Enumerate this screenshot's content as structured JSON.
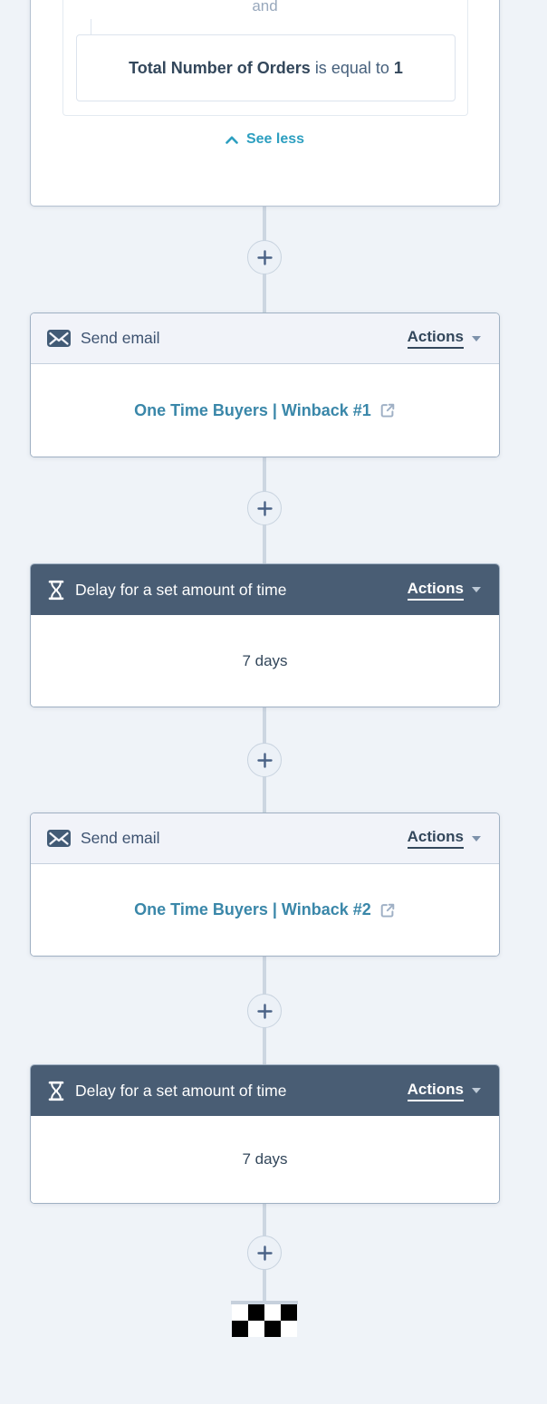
{
  "canvas": {
    "background_color": "#eff3f8",
    "connector_color": "#ccd6e1"
  },
  "labels": {
    "actions": "Actions"
  },
  "enrollment": {
    "operator": "and",
    "filter_field": "Total Number of Orders",
    "filter_operator": "is equal to",
    "filter_value": "1",
    "see_less": "See less"
  },
  "steps": [
    {
      "type": "send_email",
      "title": "Send email",
      "email_name": "One Time Buyers | Winback #1"
    },
    {
      "type": "delay",
      "title": "Delay for a set amount of time",
      "duration": "7 days"
    },
    {
      "type": "send_email",
      "title": "Send email",
      "email_name": "One Time Buyers | Winback #2"
    },
    {
      "type": "delay",
      "title": "Delay for a set amount of time",
      "duration": "7 days"
    }
  ],
  "colors": {
    "delay_header_bg": "#495d74",
    "email_header_bg": "#f1f3f9",
    "link_teal": "#3a87a9",
    "see_less_teal": "#2d9fc0",
    "text_dark": "#33475b",
    "card_border": "#9fb0c3"
  }
}
